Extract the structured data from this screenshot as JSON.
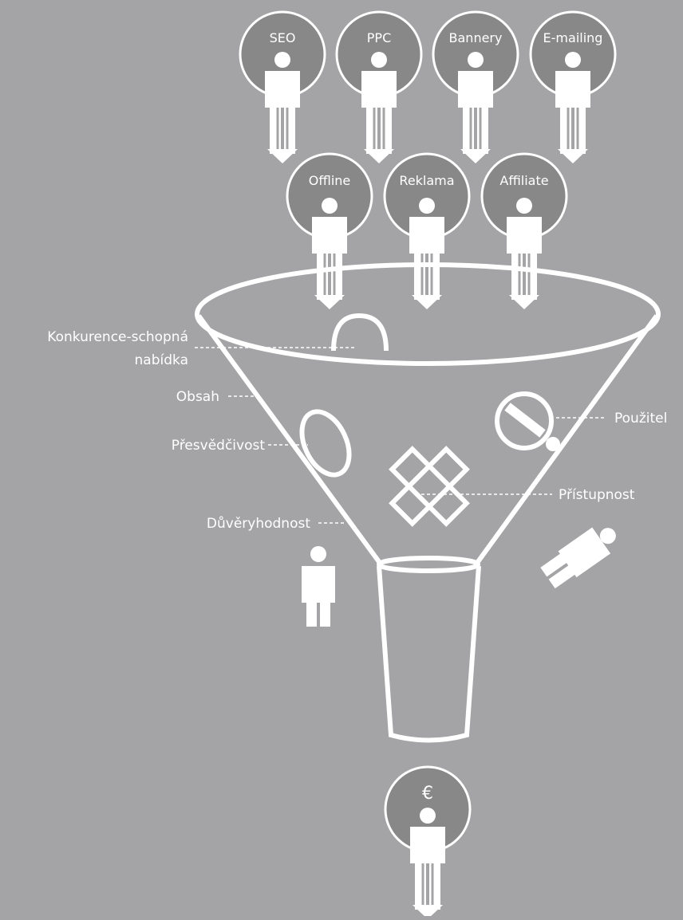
{
  "sources_row1": [
    {
      "label": "SEO"
    },
    {
      "label": "PPC"
    },
    {
      "label": "Bannery"
    },
    {
      "label": "E-mailing"
    }
  ],
  "sources_row2": [
    {
      "label": "Offline"
    },
    {
      "label": "Reklama"
    },
    {
      "label": "Affiliate"
    }
  ],
  "funnel_labels": {
    "konkurence_line1": "Konkurence-schopná",
    "konkurence_line2": "nabídka",
    "obsah": "Obsah",
    "presvedcivost": "Přesvědčivost",
    "duveryhodnost": "Důvěryhodnost",
    "pouzitel": "Použitel",
    "pristupnost": "Přístupnost"
  },
  "output": {
    "label": "€"
  },
  "colors": {
    "background": "#a4a4a6",
    "circle": "#888889",
    "line": "#ffffff"
  }
}
